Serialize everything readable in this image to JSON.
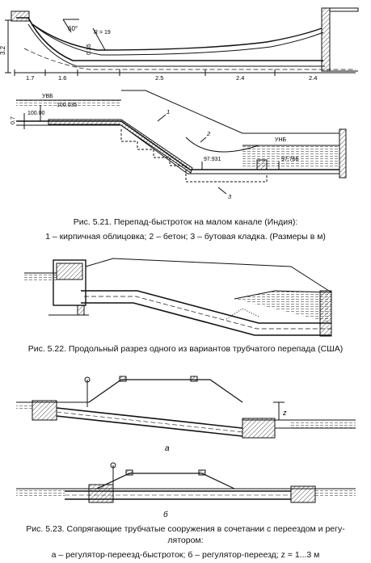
{
  "fig521": {
    "angle": "60°",
    "radius": "R = 19",
    "height_dim": "3.2",
    "thick_dim": "0.35",
    "dims": [
      "1.7",
      "1.6",
      "2.5",
      "2.4",
      "2.4"
    ],
    "uvb": "УВБ",
    "unb": "УНБ",
    "elev_left_top": "100.035",
    "elev_left": "100.00",
    "elev_0_7": "0.7",
    "elev_mid": "97.931",
    "elev_right": "97.766",
    "markers": [
      "1",
      "2",
      "3"
    ],
    "caption_title": "Рис. 5.21. Перепад-быстроток на малом канале (Индия):",
    "caption_legend": "1 – кирпичная облицовка; 2 – бетон; 3 – бутовая кладка. (Размеры в м)"
  },
  "fig522": {
    "caption": "Рис. 5.22. Продольный разрез одного из вариантов трубчатого перепада (США)"
  },
  "fig523": {
    "label_a": "а",
    "label_b": "б",
    "z_label": "z",
    "caption_line1": "Рис. 5.23. Сопрягающие трубчатые сооружения в сочетании с переездом и регу-",
    "caption_line2": "лятором:",
    "caption_line3": "а – регулятор-переезд-быстроток; б – регулятор-переезд; z = 1...3 м"
  }
}
